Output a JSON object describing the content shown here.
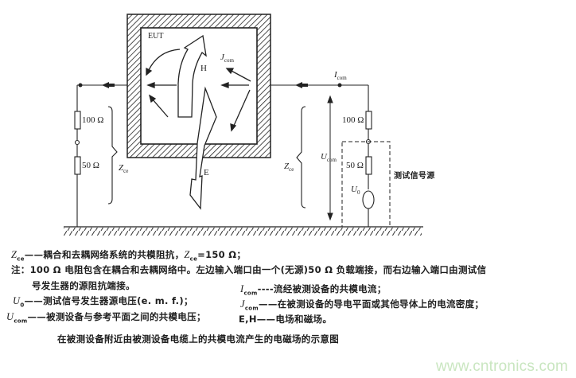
{
  "diagram": {
    "eut_label": "EUT",
    "h_label": "H",
    "e_label": "E",
    "j_label": "J",
    "j_sub": "com",
    "icom_label": "I",
    "icom_sub": "com",
    "ucom_label": "U",
    "ucom_sub": "com",
    "u0_label": "U",
    "u0_sub": "0",
    "zce_left_label": "Z",
    "zce_left_sub": "ce",
    "zce_right_label": "Z",
    "zce_right_sub": "ce",
    "left_resistor_top": "100 Ω",
    "left_resistor_bottom": "50 Ω",
    "right_resistor_top": "100 Ω",
    "right_resistor_bottom": "50 Ω",
    "signal_source_label": "测试信号源"
  },
  "legend": {
    "zce": {
      "symbol": "Z",
      "sub": "ce",
      "text": "——耦合和去耦网络系统的共模阻抗，",
      "formula_symbol": "Z",
      "formula_sub": "ce",
      "formula_value": "=150 Ω；"
    },
    "note_line1": "注：100 Ω 电阻包含在耦合和去耦网络中。左边输入端口由一个(无源)50 Ω 负载端接，而右边输入端口由测试信",
    "note_line2": "号发生器的源阻抗端接。",
    "u0": {
      "symbol": "U",
      "sub": "0",
      "text": "——测试信号发生器源电压(e. m. f.)；"
    },
    "ucom": {
      "symbol": "U",
      "sub": "com",
      "text": "——被测设备与参考平面之间的共模电压；"
    },
    "icom": {
      "symbol": "I",
      "sub": "com",
      "text": "----流经被测设备的共模电流；"
    },
    "jcom": {
      "symbol": "J",
      "sub": "com",
      "text": "——在被测设备的导电平面或其他导体上的电流密度；"
    },
    "eh": {
      "text": "E,H——电场和磁场。"
    }
  },
  "caption": "在被测设备附近由被测设备电缆上的共模电流产生的电磁场的示意图",
  "watermark": "www.cntronics.com"
}
